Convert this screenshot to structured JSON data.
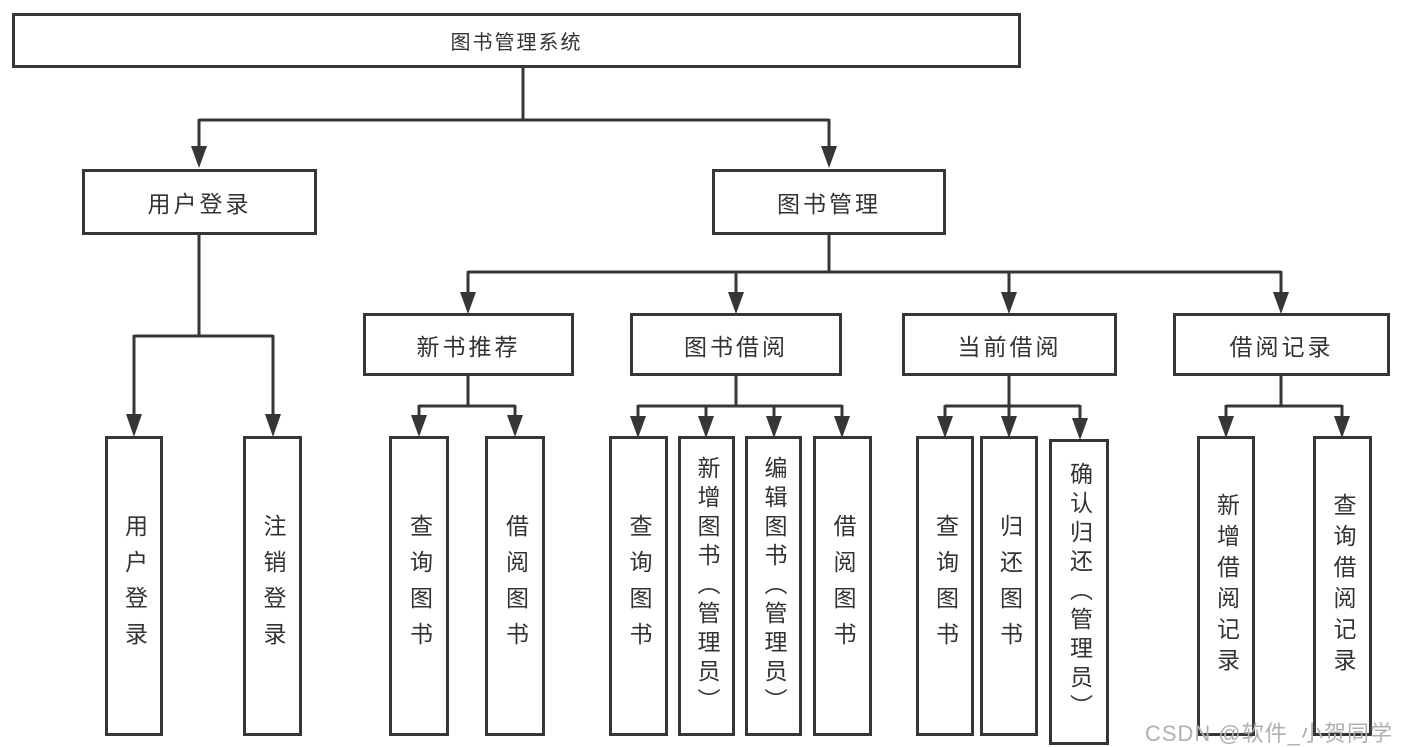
{
  "colors": {
    "line": "#363636",
    "text": "#333333",
    "watermark": "#b0b0b0",
    "background": "#ffffff"
  },
  "watermark": {
    "text": "CSDN @软件_小贺同学"
  },
  "tree": {
    "root": {
      "label": "图书管理系统",
      "children": [
        {
          "label": "用户登录",
          "children": [
            {
              "label": "用户登录"
            },
            {
              "label": "注销登录"
            }
          ]
        },
        {
          "label": "图书管理",
          "children": [
            {
              "label": "新书推荐",
              "children": [
                {
                  "label": "查询图书"
                },
                {
                  "label": "借阅图书"
                }
              ]
            },
            {
              "label": "图书借阅",
              "children": [
                {
                  "label": "查询图书"
                },
                {
                  "label": "新增图书（管理员）"
                },
                {
                  "label": "编辑图书（管理员）"
                },
                {
                  "label": "借阅图书"
                }
              ]
            },
            {
              "label": "当前借阅",
              "children": [
                {
                  "label": "查询图书"
                },
                {
                  "label": "归还图书"
                },
                {
                  "label": "确认归还（管理员）"
                }
              ]
            },
            {
              "label": "借阅记录",
              "children": [
                {
                  "label": "新增借阅记录"
                },
                {
                  "label": "查询借阅记录"
                }
              ]
            }
          ]
        }
      ]
    }
  }
}
